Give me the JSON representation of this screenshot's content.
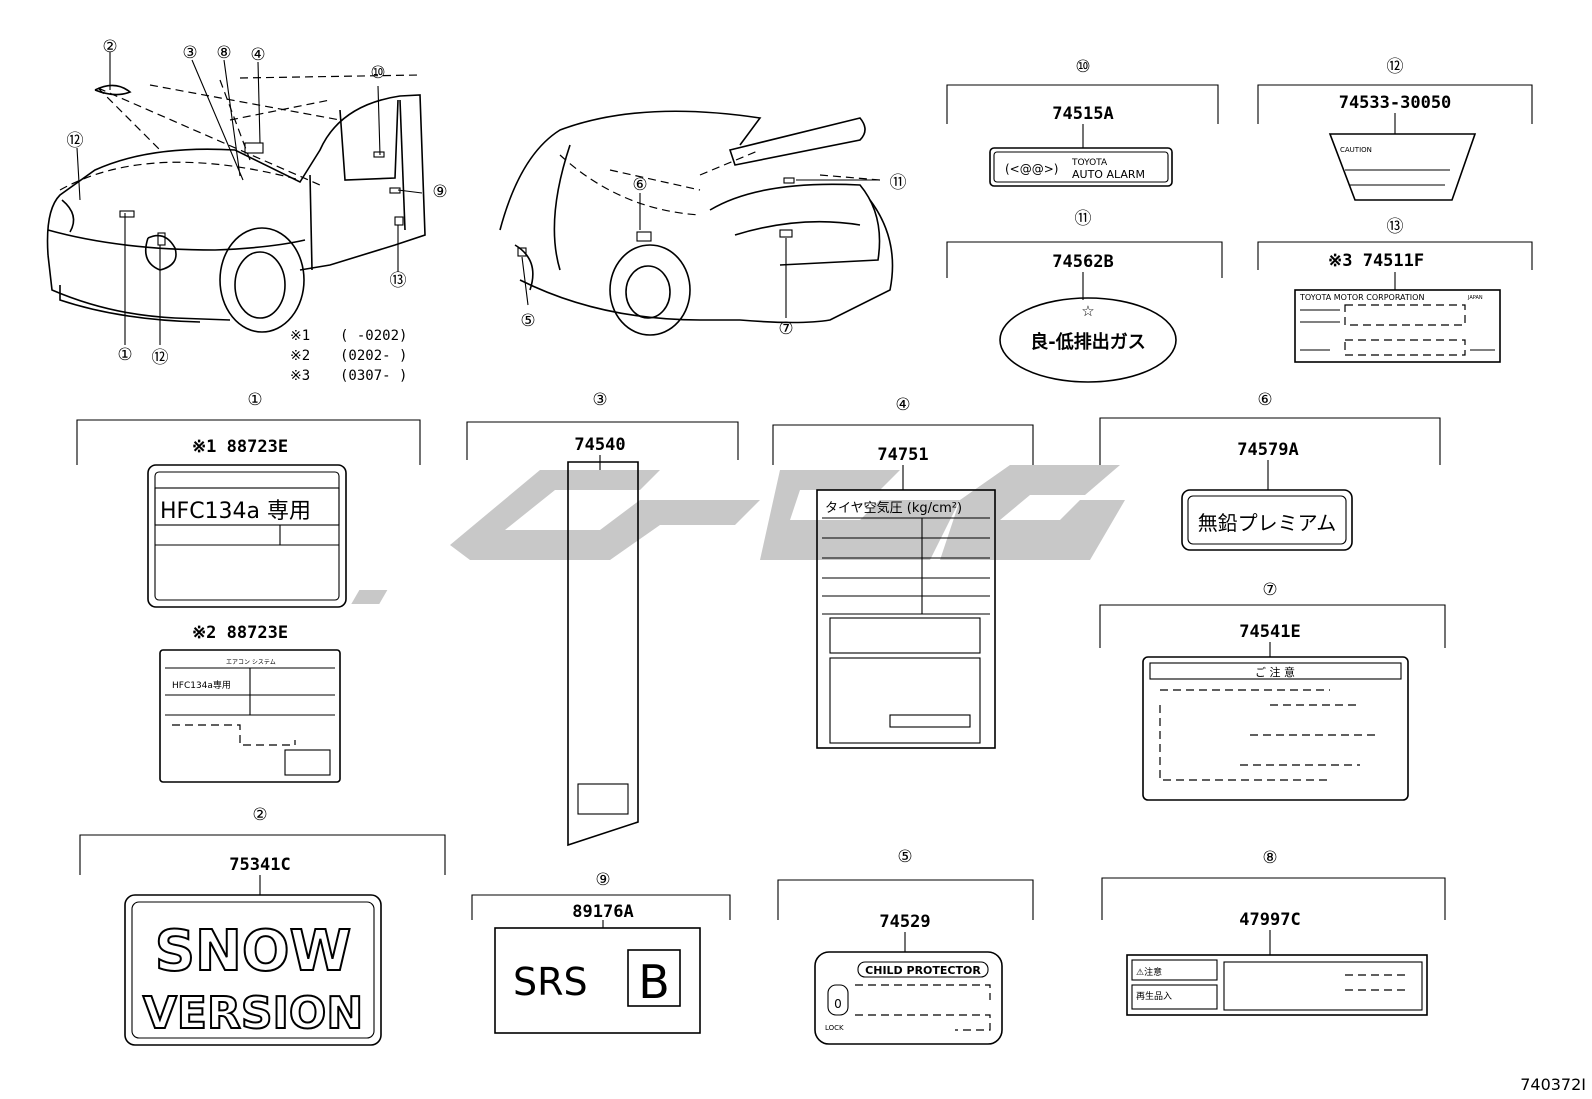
{
  "callouts": {
    "c1": "①",
    "c2": "②",
    "c3": "③",
    "c4": "④",
    "c5": "⑤",
    "c6": "⑥",
    "c7": "⑦",
    "c8": "⑧",
    "c9": "⑨",
    "c10": "⑩",
    "c11": "⑪",
    "c12": "⑫",
    "c13": "⑬"
  },
  "notes": [
    {
      "mark": "※1",
      "range": "(      -0202)"
    },
    {
      "mark": "※2",
      "range": "(0202-      )"
    },
    {
      "mark": "※3",
      "range": "(0307-      )"
    }
  ],
  "parts": {
    "p1a": "※1 88723E",
    "p1b": "※2 88723E",
    "p2": "75341C",
    "p3": "74540",
    "p4": "74751",
    "p5": "74529",
    "p6": "74579A",
    "p7": "74541E",
    "p8": "47997C",
    "p9": "89176A",
    "p10": "74515A",
    "p11": "74562B",
    "p12": "74533-30050",
    "p13": "※3 74511F"
  },
  "labels": {
    "hfc": "HFC134a 専用",
    "hfc_small": "HFC134a専用",
    "aircon_small": "エアコン システム",
    "snow1": "SNOW",
    "snow2": "VERSION",
    "tire": "タイヤ空気圧 (kg/cm²)",
    "muen": "無鉛プレミアム",
    "chuui": "ご 注 意",
    "srs": "SRS",
    "srs_b": "B",
    "child": "CHILD PROTECTOR",
    "lock": "LOCK",
    "alarm1": "TOYOTA",
    "alarm2": "AUTO ALARM",
    "lowemission": "良-低排出ガス",
    "caution": "CAUTION",
    "toyota_corp": "TOYOTA MOTOR CORPORATION",
    "japan": "JAPAN",
    "warn_small": "⚠注意",
    "rm_small": "再生品入"
  },
  "figure_id": "740372I"
}
